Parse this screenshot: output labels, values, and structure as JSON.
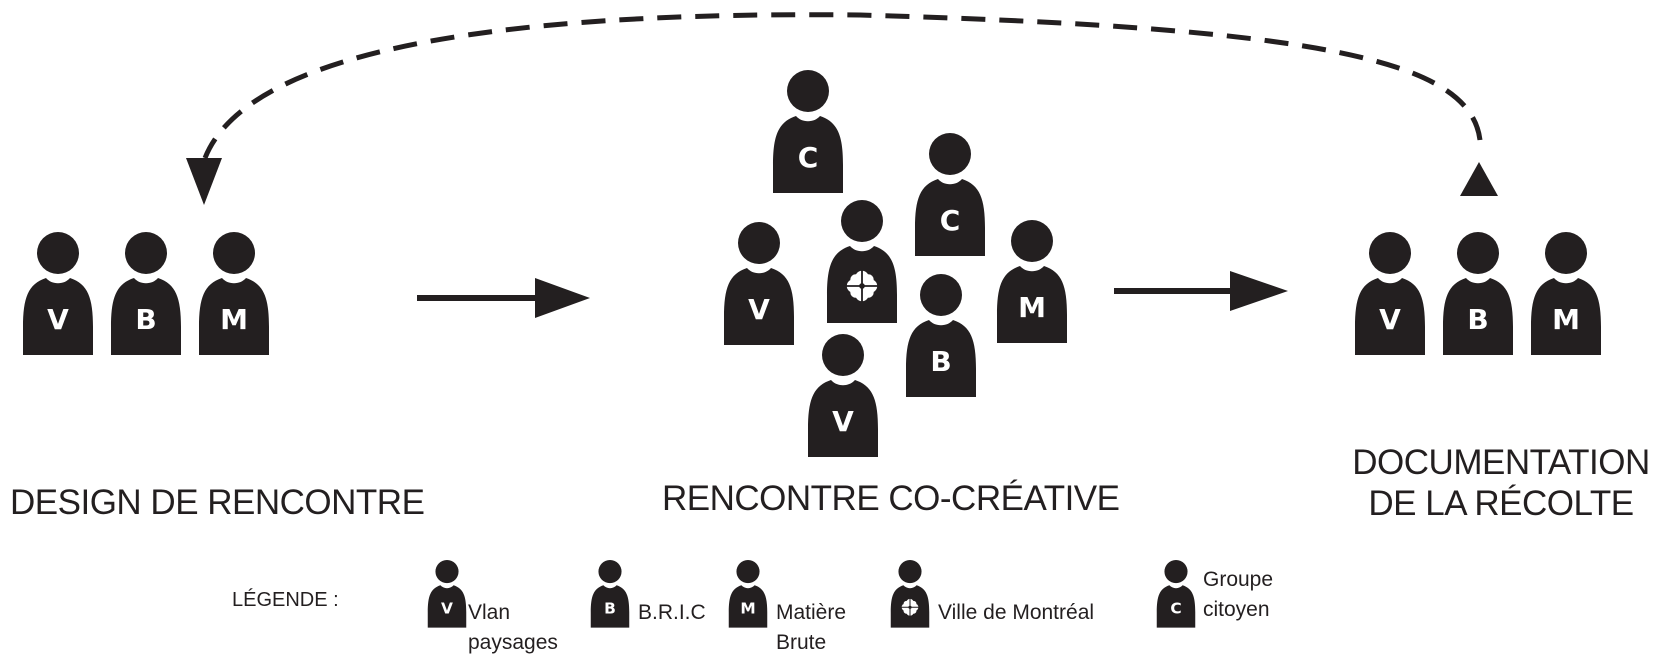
{
  "stages": [
    {
      "id": "design",
      "title": "DESIGN DE RENCONTRE"
    },
    {
      "id": "rencontre",
      "title": "RENCONTRE CO-CRÉATIVE"
    },
    {
      "id": "documentation",
      "title_line1": "DOCUMENTATION",
      "title_line2": "DE LA RÉCOLTE"
    }
  ],
  "figures": {
    "design": [
      "V",
      "B",
      "M"
    ],
    "rencontre": [
      "C",
      "C",
      "V",
      "flower",
      "M",
      "B",
      "V"
    ],
    "documentation": [
      "V",
      "B",
      "M"
    ]
  },
  "legend": {
    "title": "LÉGENDE :",
    "items": [
      {
        "letter": "V",
        "line1": "Vlan",
        "line2": "paysages"
      },
      {
        "letter": "B",
        "line1": "B.R.I.C",
        "line2": ""
      },
      {
        "letter": "M",
        "line1": "Matière",
        "line2": "Brute"
      },
      {
        "letter": "flower",
        "line1": "Ville de Montréal",
        "line2": ""
      },
      {
        "letter": "C",
        "line1": "Groupe",
        "line2": "citoyen"
      }
    ]
  },
  "colors": {
    "ink": "#231f20",
    "background": "#ffffff"
  }
}
